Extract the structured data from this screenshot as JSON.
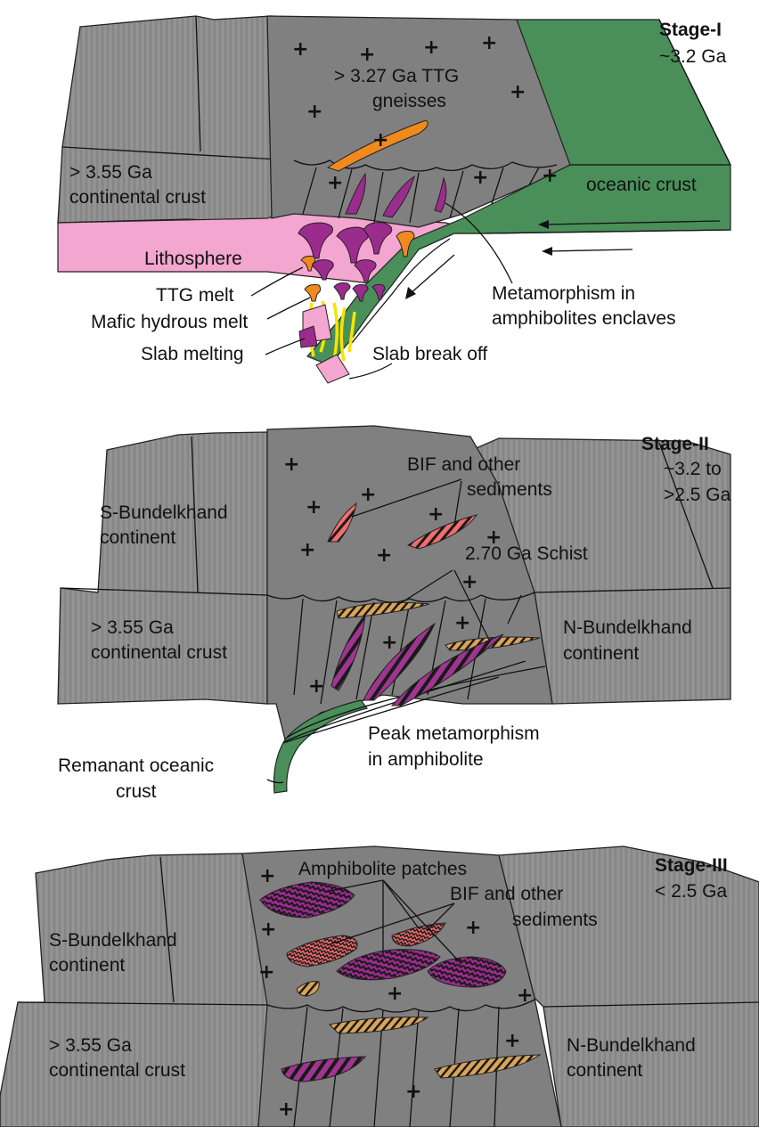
{
  "stage1": {
    "title": "Stage-I",
    "age": "~3.2 Ga",
    "labels": {
      "ttg_gneiss_1": "> 3.27 Ga TTG",
      "ttg_gneiss_2": "gneisses",
      "crust_1": "> 3.55 Ga",
      "crust_2": "continental crust",
      "oceanic": "oceanic crust",
      "lithosphere": "Lithosphere",
      "ttg_melt": "TTG melt",
      "mafic_melt": "Mafic hydrous melt",
      "slab_melting": "Slab melting",
      "slab_break": "Slab break off",
      "meta_1": "Metamorphism in",
      "meta_2": "amphibolites enclaves"
    }
  },
  "stage2": {
    "title": "Stage-II",
    "age_1": "~3.2 to",
    "age_2": ">2.5 Ga",
    "labels": {
      "bif_1": "BIF and other",
      "bif_2": "sediments",
      "s_bund_1": "S-Bundelkhand",
      "s_bund_2": "continent",
      "schist": "2.70 Ga Schist",
      "crust_1": "> 3.55 Ga",
      "crust_2": "continental crust",
      "n_bund_1": "N-Bundelkhand",
      "n_bund_2": "continent",
      "peak_1": "Peak metamorphism",
      "peak_2": "in amphibolite",
      "remnant_1": "Remanant oceanic",
      "remnant_2": "crust"
    }
  },
  "stage3": {
    "title": "Stage-III",
    "age": "< 2.5 Ga",
    "labels": {
      "amph": "Amphibolite patches",
      "bif_1": "BIF and other",
      "bif_2": "sediments",
      "s_bund_1": "S-Bundelkhand",
      "s_bund_2": "continent",
      "crust_1": "> 3.55 Ga",
      "crust_2": "continental crust",
      "n_bund_1": "N-Bundelkhand",
      "n_bund_2": "continent"
    }
  },
  "plus_symbol": "+",
  "colors": {
    "block_gray": "#8e8e8e",
    "central_gray": "#808080",
    "oceanic_green": "#4a8f5a",
    "lithosphere_pink": "#f3a6cf",
    "mafic_purple": "#9b2c8e",
    "ttg_orange": "#f08a1e",
    "bif_salmon": "#f26d6d",
    "schist_tan": "#d9a45a",
    "melt_yellow": "#f5e500"
  }
}
